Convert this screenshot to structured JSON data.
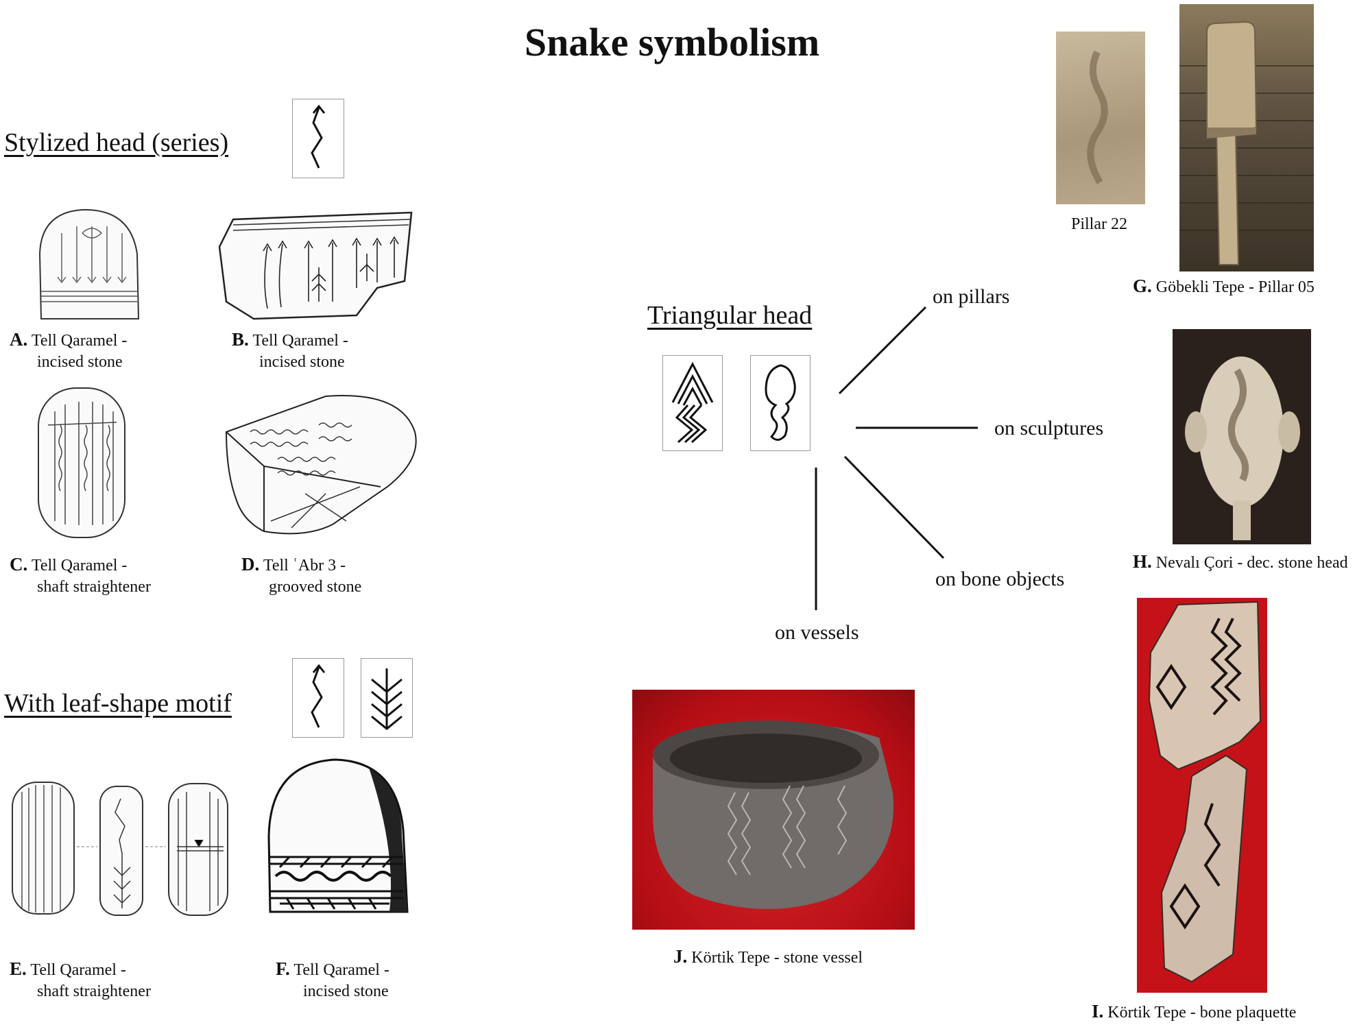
{
  "title": "Snake symbolism",
  "headings": {
    "stylized": "Stylized head (series)",
    "leaf": "With leaf-shape motif",
    "triangular": "Triangular head"
  },
  "branches": {
    "pillars": "on pillars",
    "sculptures": "on sculptures",
    "bone": "on bone objects",
    "vessels": "on vessels"
  },
  "captions": {
    "A": {
      "letter": "A.",
      "line1": "Tell Qaramel -",
      "line2": "incised stone"
    },
    "B": {
      "letter": "B.",
      "line1": "Tell Qaramel -",
      "line2": "incised stone"
    },
    "C": {
      "letter": "C.",
      "line1": "Tell Qaramel -",
      "line2": "shaft straightener"
    },
    "D": {
      "letter": "D.",
      "line1": "Tell ʿAbr 3 -",
      "line2": "grooved stone"
    },
    "E": {
      "letter": "E.",
      "line1": "Tell Qaramel -",
      "line2": "shaft straightener"
    },
    "F": {
      "letter": "F.",
      "line1": "Tell Qaramel -",
      "line2": "incised stone"
    },
    "G": {
      "letter": "G.",
      "text": "Göbekli Tepe - Pillar 05"
    },
    "H": {
      "letter": "H.",
      "text": "Nevalı Çori - dec. stone head"
    },
    "I": {
      "letter": "I.",
      "text": "Körtik Tepe - bone plaquette"
    },
    "J": {
      "letter": "J.",
      "text": "Körtik Tepe - stone vessel"
    },
    "pillar22": "Pillar 22"
  },
  "colors": {
    "ink": "#111111",
    "vessel_background": "#c8141a",
    "bone_background": "#c41218",
    "sculpture_background": "#2a211c",
    "stone": "#b8a98c"
  }
}
